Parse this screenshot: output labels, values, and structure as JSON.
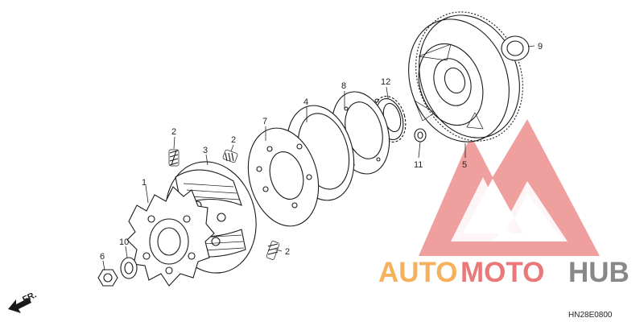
{
  "diagram": {
    "callouts": {
      "1": "1",
      "2a": "2",
      "2b": "2",
      "2c": "2",
      "3": "3",
      "4": "4",
      "5": "5",
      "6": "6",
      "7": "7",
      "8": "8",
      "9": "9",
      "10": "10",
      "11": "11",
      "12": "12"
    },
    "direction_label": "FR.",
    "drawing_code": "HN28E0800"
  },
  "watermark": {
    "brand_part1": "AUTO",
    "brand_part2": "MOTO",
    "brand_part3": "HUB",
    "colors": {
      "orange": "#f4a94a",
      "red": "#e86a6a",
      "gray": "#7c7c7c"
    }
  }
}
